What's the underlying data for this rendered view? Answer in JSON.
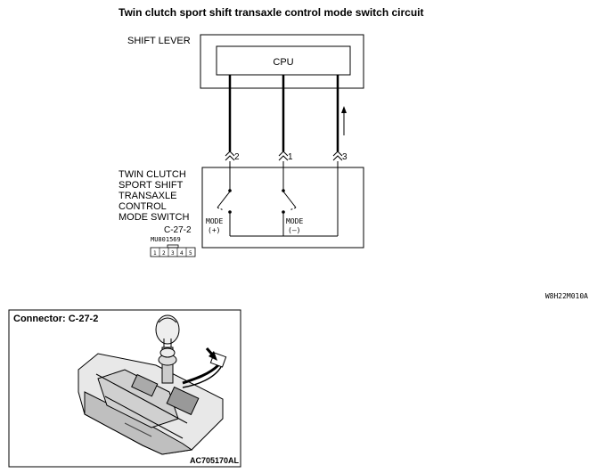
{
  "title": "Twin clutch sport shift transaxle control mode switch circuit",
  "shift_lever": {
    "label": "SHIFT LEVER",
    "cpu_label": "CPU"
  },
  "switch": {
    "label_lines": [
      "TWIN CLUTCH",
      "SPORT SHIFT",
      "TRANSAXLE",
      "CONTROL",
      "MODE SWITCH"
    ],
    "connector_id": "C-27-2",
    "part_number": "MU801569",
    "pins": [
      "1",
      "2",
      "3",
      "4",
      "5"
    ],
    "mode_plus": {
      "line1": "MODE",
      "line2": "(+)"
    },
    "mode_minus": {
      "line1": "MODE",
      "line2": "(–)"
    }
  },
  "wires": [
    {
      "terminal": "2"
    },
    {
      "terminal": "1"
    },
    {
      "terminal": "3"
    }
  ],
  "diagram_code": "W8H22M010A",
  "connector_box": {
    "title": "Connector: C-27-2",
    "code": "AC705170AL"
  },
  "colors": {
    "line": "#000000",
    "background": "#ffffff"
  }
}
